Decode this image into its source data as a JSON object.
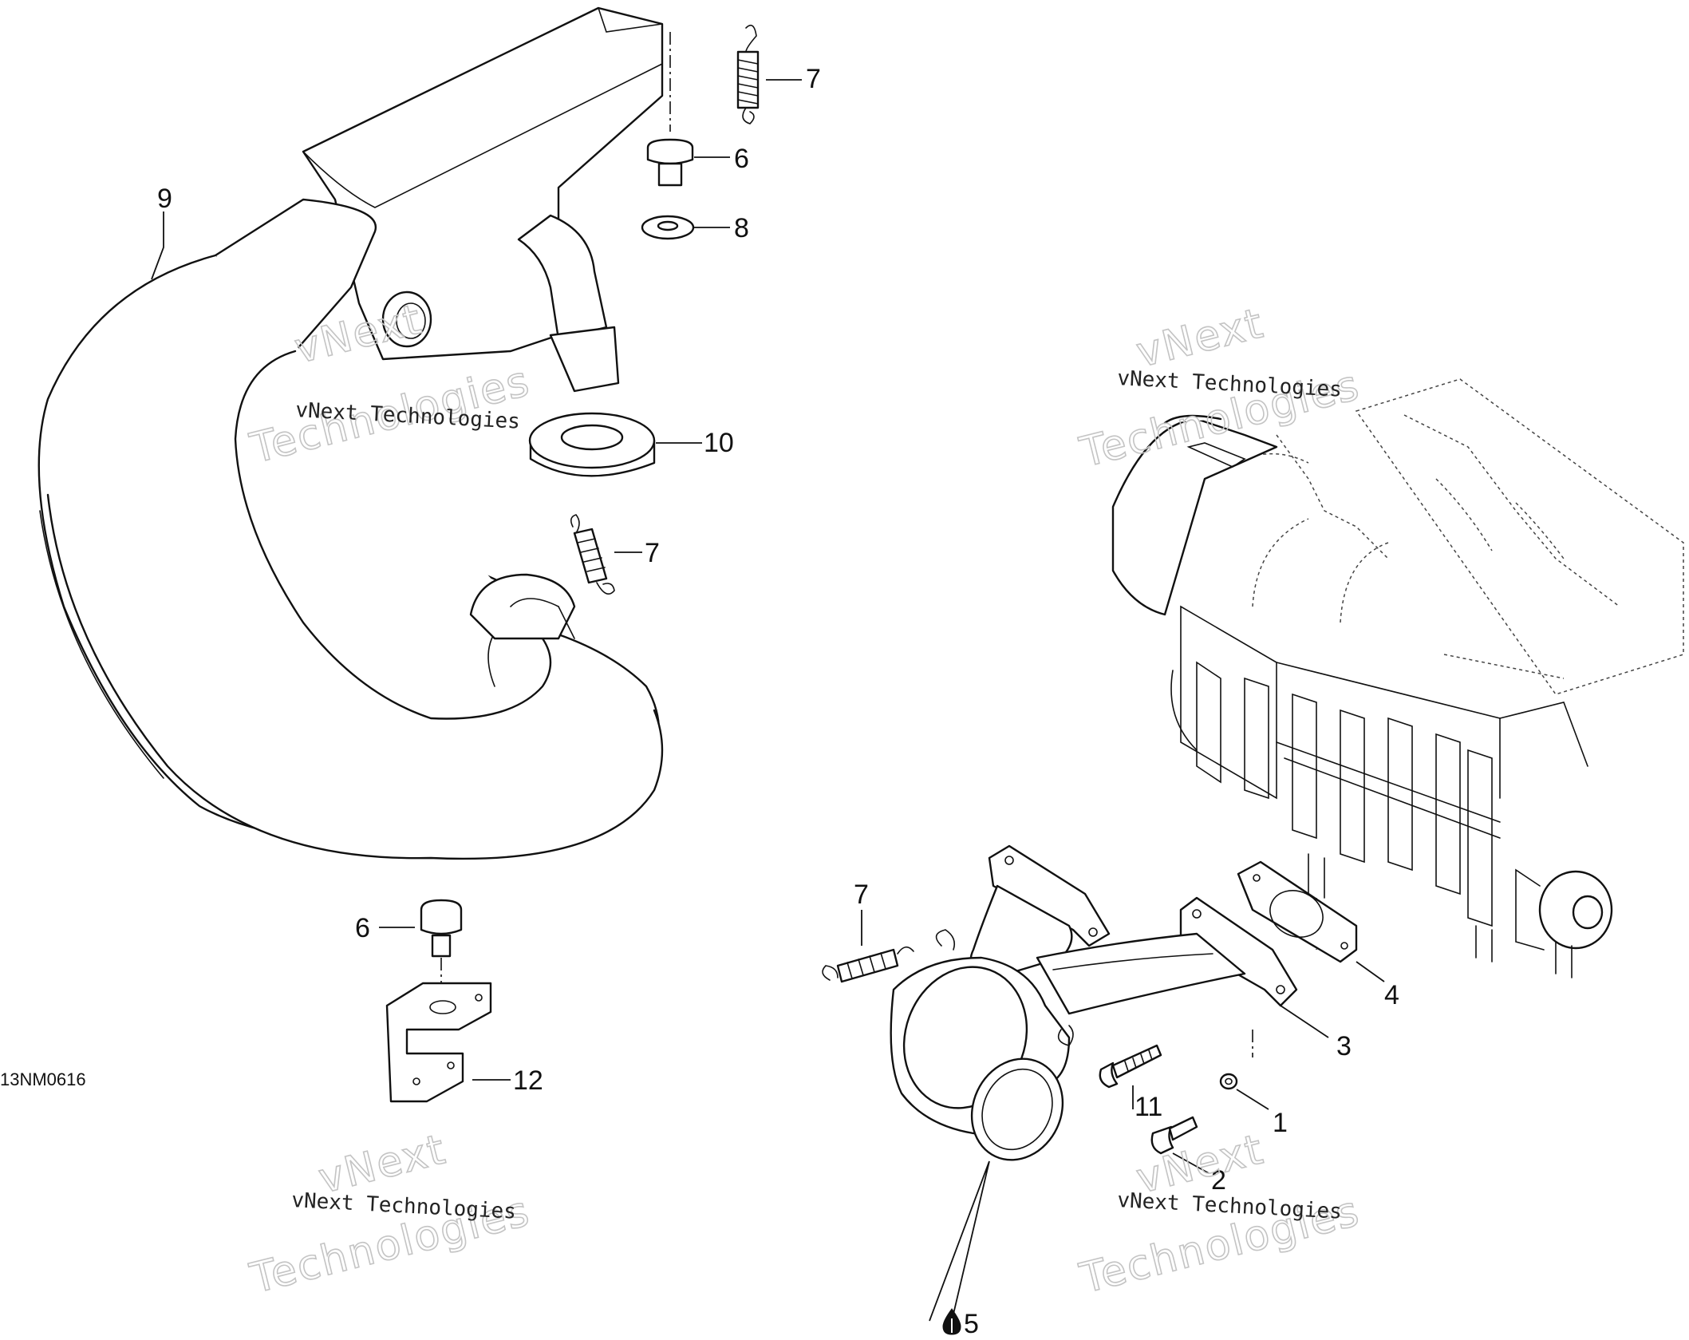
{
  "figure_code": "13NM0616",
  "watermarks": [
    {
      "line1": "vNext Technologies",
      "line2": "vNext",
      "line3": "Technologies"
    },
    {
      "line1": "vNext Technologies",
      "line2": "vNext",
      "line3": "Technologies"
    },
    {
      "line1": "vNext Technologies",
      "line2": "vNext",
      "line3": "Technologies"
    },
    {
      "line1": "vNext Technologies",
      "line2": "vNext",
      "line3": "Technologies"
    }
  ],
  "callouts": {
    "c9": "9",
    "c7a": "7",
    "c6a": "6",
    "c8": "8",
    "c10": "10",
    "c7b": "7",
    "c6b": "6",
    "c12": "12",
    "c7c": "7",
    "c4": "4",
    "c3": "3",
    "c11": "11",
    "c1": "1",
    "c2": "2",
    "c5": "5"
  },
  "icons": {
    "lubricant": "oil-drop-icon"
  },
  "colors": {
    "line": "#111111",
    "watermark": "#c4c4c4",
    "background": "#ffffff"
  }
}
